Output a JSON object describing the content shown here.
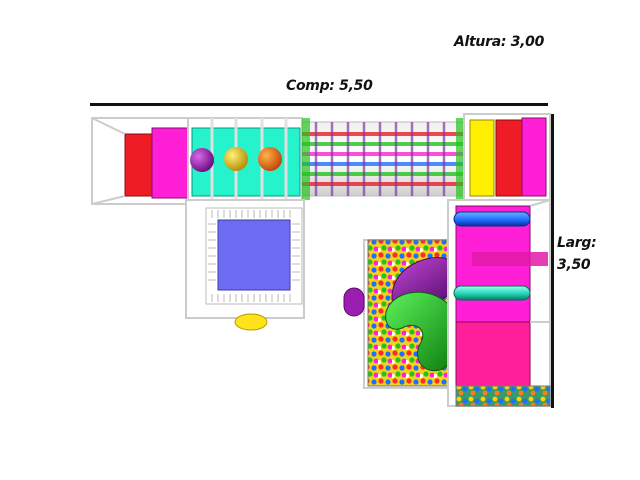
{
  "dimensions": {
    "altura": "Altura: 3,00",
    "comp": "Comp: 5,50",
    "larg_line1": "Larg:",
    "larg_line2": "3,50"
  },
  "colors": {
    "red": "#ee1c25",
    "magenta": "#ff1fd6",
    "pink": "#ff1f9a",
    "yellow": "#ffef00",
    "cyan_floor": "#26f2cc",
    "trampoline": "#6d6cf2",
    "green_slide": "#18c618",
    "purple_slide": "#9a1fb0",
    "blue_roller": "#1e7bff",
    "frame": "#d8d8d8"
  }
}
